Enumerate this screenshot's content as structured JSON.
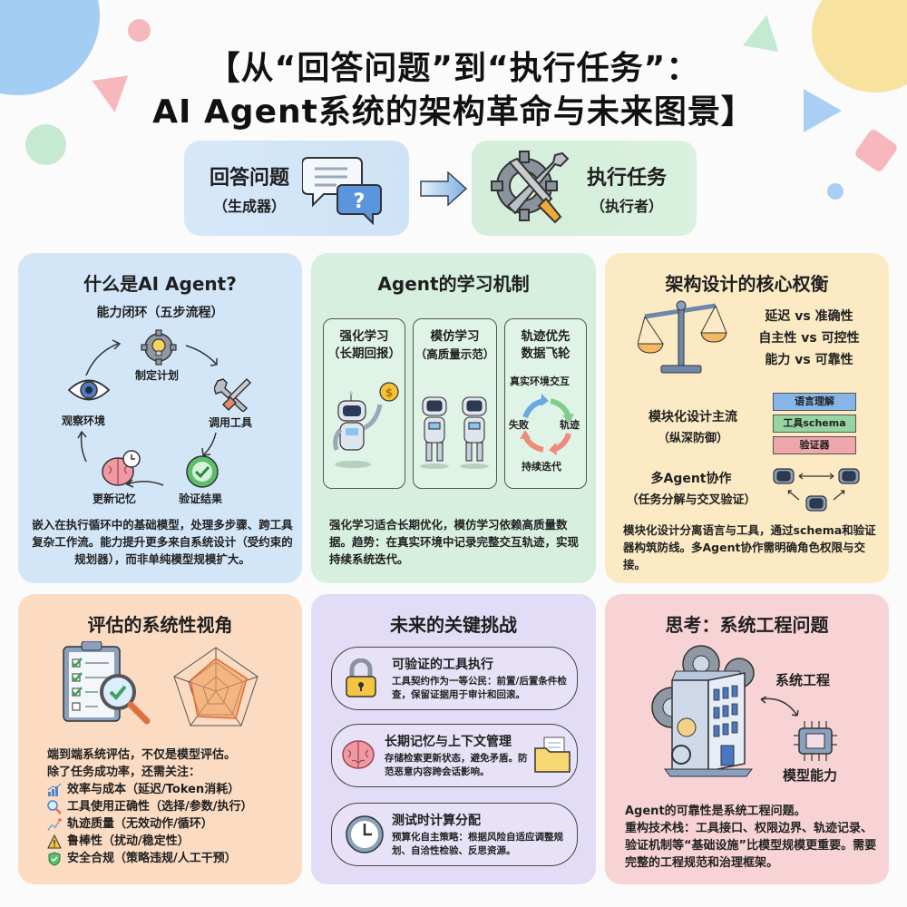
{
  "title": {
    "line1": "【从“回答问题”到“执行任务”：",
    "line2": "AI Agent系统的架构革命与未来图景】"
  },
  "hero": {
    "left": {
      "main": "回答问题",
      "sub": "（生成器）",
      "icon": "chat-question-icon"
    },
    "right": {
      "main": "执行任务",
      "sub": "（执行者）",
      "icon": "gear-tools-icon"
    },
    "arrow_icon": "arrow-right-icon"
  },
  "colors": {
    "blue_panel": "#d3e6f8",
    "green_panel": "#d6efdf",
    "yellow_panel": "#fbeac4",
    "orange_panel": "#fbdcc3",
    "purple_panel": "#e2dcf6",
    "pink_panel": "#f8d3d6"
  },
  "panels": {
    "what_is_agent": {
      "title": "什么是AI Agent?",
      "subtitle": "能力闭环（五步流程）",
      "steps": [
        {
          "label": "制定计划",
          "icon": "gear-lightbulb-icon"
        },
        {
          "label": "调用工具",
          "icon": "wrench-screwdriver-icon"
        },
        {
          "label": "验证结果",
          "icon": "check-circle-icon"
        },
        {
          "label": "更新记忆",
          "icon": "brain-clock-icon"
        },
        {
          "label": "观察环境",
          "icon": "eye-icon"
        }
      ],
      "body": "嵌入在执行循环中的基础模型，处理多步骤、跨工具复杂工作流。能力提升更多来自系统设计（受约束的规划器），而非单纯模型规模扩大。"
    },
    "learning": {
      "title": "Agent的学习机制",
      "cards": [
        {
          "title": "强化学习",
          "sub": "（长期回报）",
          "icon": "robot-coin-icon"
        },
        {
          "title": "模仿学习",
          "sub": "（高质量示范）",
          "icon": "two-robots-icon"
        },
        {
          "title": "轨迹优先",
          "sub": "数据飞轮",
          "icon": "cycle-arrows-icon"
        }
      ],
      "flywheel": {
        "top": "真实环境交互",
        "right": "轨迹",
        "bottom": "持续迭代",
        "left": "失败"
      },
      "body": "强化学习适合长期优化，模仿学习依赖高质量数据。趋势：在真实环境中记录完整交互轨迹，实现持续系统迭代。"
    },
    "architecture": {
      "title": "架构设计的核心权衡",
      "tradeoffs": [
        "延迟 vs 准确性",
        "自主性 vs 可控性",
        "能力 vs 可靠性"
      ],
      "scale_icon": "balance-scale-icon",
      "modular": {
        "title": "模块化设计主流",
        "sub": "（纵深防御）",
        "layers": [
          "语言理解",
          "工具schema",
          "验证器"
        ]
      },
      "multi_agent": {
        "title": "多Agent协作",
        "sub": "（任务分解与交叉验证）",
        "icon": "three-robots-icon"
      },
      "body": "模块化设计分离语言与工具，通过schema和验证器构筑防线。多Agent协作需明确角色权限与交接。"
    },
    "evaluation": {
      "title": "评估的系统性视角",
      "icons": [
        "clipboard-magnifier-icon",
        "radar-chart-icon"
      ],
      "body_line1": "端到端系统评估，不仅是模型评估。",
      "body_line2": "除了任务成功率，还需关注：",
      "items": [
        {
          "text": "效率与成本（延迟/Token消耗）",
          "icon": "bar-chart-icon"
        },
        {
          "text": "工具使用正确性（选择/参数/执行）",
          "icon": "magnifier-icon"
        },
        {
          "text": "轨迹质量（无效动作/循环）",
          "icon": "trajectory-icon"
        },
        {
          "text": "鲁棒性（扰动/稳定性）",
          "icon": "warning-icon"
        },
        {
          "text": "安全合规（策略违规/人工干预）",
          "icon": "shield-check-icon"
        }
      ]
    },
    "challenges": {
      "title": "未来的关键挑战",
      "items": [
        {
          "title": "可验证的工具执行",
          "desc": "工具契约作为一等公民：前置/后置条件检查，保留证据用于审计和回滚。",
          "icon": "padlock-icon"
        },
        {
          "title": "长期记忆与上下文管理",
          "desc": "存储检索更新状态，避免矛盾。防范恶意内容跨会话影响。",
          "icon": "brain-icon",
          "icon2": "folder-icon"
        },
        {
          "title": "测试时计算分配",
          "desc": "预算化自主策略：根据风险自适应调整规划、自洽性检验、反思资源。",
          "icon": "clock-icon"
        }
      ]
    },
    "thinking": {
      "title": "思考：系统工程问题",
      "labels": {
        "system": "系统工程",
        "model": "模型能力"
      },
      "icons": [
        "building-gears-icon",
        "chip-icon"
      ],
      "body_line1": "Agent的可靠性是系统工程问题。",
      "body_rest": "重构技术栈：工具接口、权限边界、轨迹记录、验证机制等“基础设施”比模型规模更重要。需要完整的工程规范和治理框架。"
    }
  }
}
